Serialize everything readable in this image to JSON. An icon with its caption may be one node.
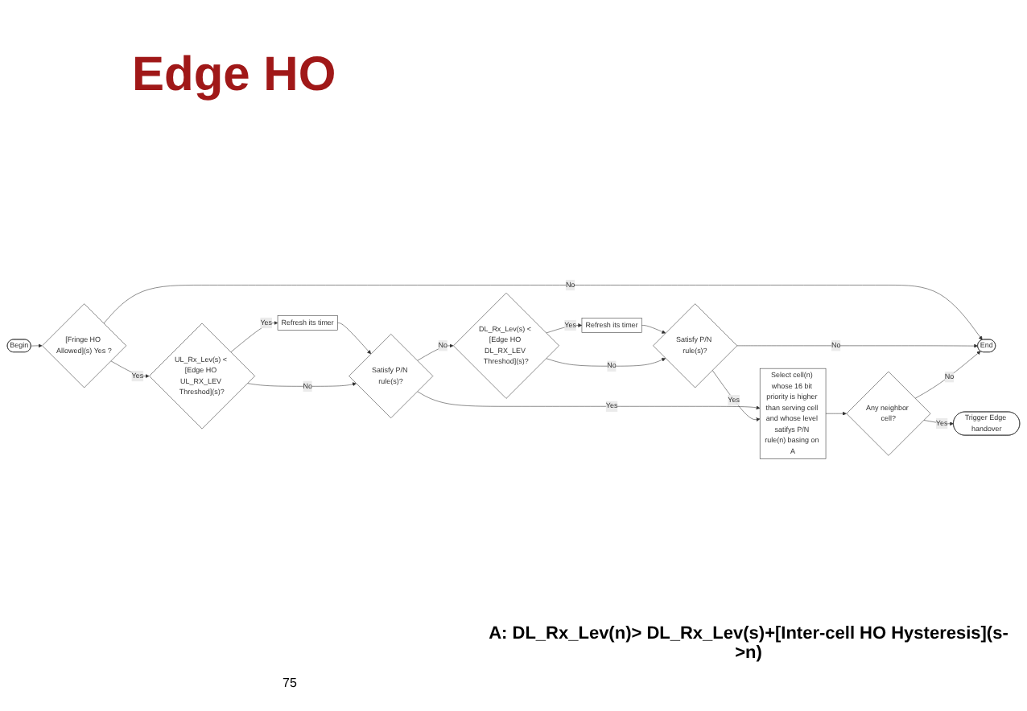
{
  "diagram": {
    "title": "Edge HO",
    "nodes": [
      {
        "text": [
          "Begin"
        ]
      },
      {
        "text": [
          "[Fringe HO Allowed](s) Yes ?"
        ]
      },
      {
        "text": [
          "UL_Rx_Lev(s) < [Edge HO UL_RX_LEV Threshod](s)?"
        ]
      },
      {
        "text": [
          "Refresh its timer"
        ]
      },
      {
        "text": [
          "Satisfy P/N rule(s)?"
        ]
      },
      {
        "text": [
          "DL_Rx_Lev(s) < [Edge HO DL_RX_LEV Threshod](s)?"
        ]
      },
      {
        "text": [
          "Refresh its timer"
        ]
      },
      {
        "text": [
          "Satisfy P/N rule(s)?"
        ]
      },
      {
        "text": [
          "End"
        ]
      },
      {
        "text": [
          "Select cell(n) whose 16 bit priority is higher than serving cell and whose level satifys P/N rule(n) basing on A"
        ]
      },
      {
        "text": [
          "Any neighbor cell?"
        ]
      },
      {
        "text": [
          "Trigger Edge handover"
        ]
      }
    ],
    "edges": [
      {
        "from": 0,
        "to": 1,
        "arrow": "to"
      },
      {
        "from": 1,
        "to": 8,
        "label": "No",
        "arrow": "to"
      },
      {
        "from": 1,
        "to": 2,
        "label": "Yes",
        "arrow": "to"
      },
      {
        "from": 2,
        "to": 3,
        "label": "Yes",
        "arrow": "to"
      },
      {
        "from": 3,
        "to": 4,
        "arrow": "to"
      },
      {
        "from": 2,
        "to": 4,
        "label": "No",
        "arrow": "to"
      },
      {
        "from": 4,
        "to": 9,
        "label": "Yes",
        "arrow": "to"
      },
      {
        "from": 4,
        "to": 5,
        "label": "No",
        "arrow": "to"
      },
      {
        "from": 5,
        "to": 6,
        "label": "Yes",
        "arrow": "to"
      },
      {
        "from": 6,
        "to": 7,
        "arrow": "to"
      },
      {
        "from": 5,
        "to": 7,
        "label": "No",
        "arrow": "to"
      },
      {
        "from": 7,
        "to": 8,
        "label": "No",
        "arrow": "to"
      },
      {
        "from": 7,
        "to": 9,
        "label": "Yes",
        "arrow": "to"
      },
      {
        "from": 9,
        "to": 10,
        "arrow": "to"
      },
      {
        "from": 10,
        "to": 8,
        "label": "No",
        "arrow": "to"
      },
      {
        "from": 10,
        "to": 11,
        "label": "Yes",
        "arrow": "to"
      }
    ],
    "labels": [
      "A: DL_Rx_Lev(n)> DL_Rx_Lev(s)+[Inter-cell HO Hysteresis](s->n)",
      "75"
    ]
  }
}
